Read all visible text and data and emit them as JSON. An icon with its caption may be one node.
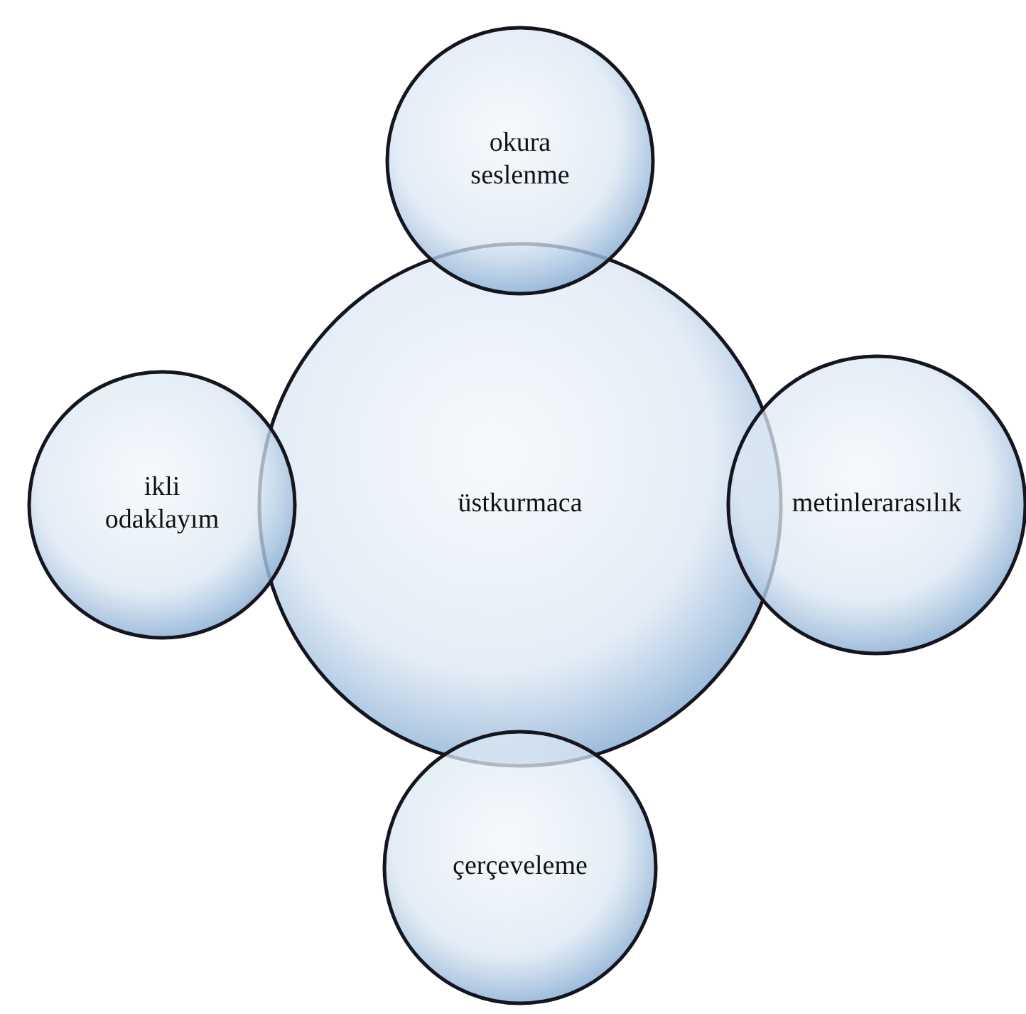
{
  "diagram": {
    "nodes": [
      {
        "text": [
          "okura seslenme"
        ]
      },
      {
        "text": [
          "ikli odaklayım"
        ]
      },
      {
        "text": [
          "üstkurmaca"
        ]
      },
      {
        "text": [
          "metinlerarasılık"
        ]
      },
      {
        "text": [
          "çerçeveleme"
        ]
      }
    ]
  }
}
